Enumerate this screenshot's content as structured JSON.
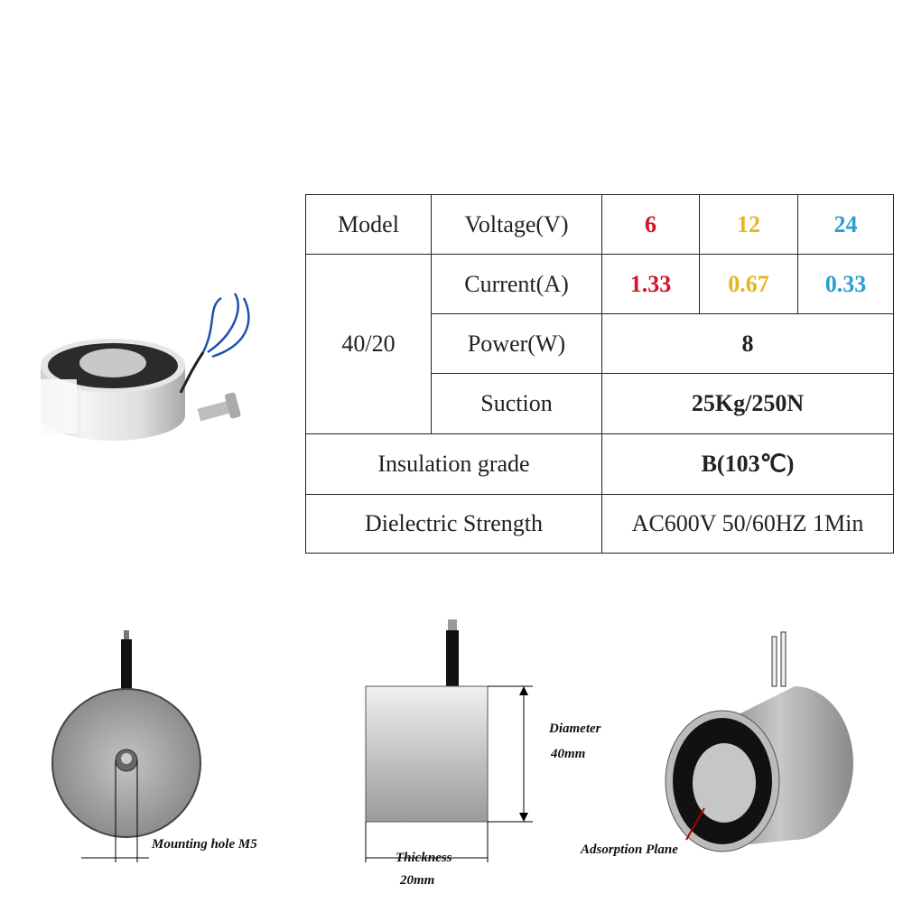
{
  "table": {
    "model_header": "Model",
    "model_value": "40/20",
    "voltage_label": "Voltage(V)",
    "voltages": [
      "6",
      "12",
      "24"
    ],
    "current_label": "Current(A)",
    "currents": [
      "1.33",
      "0.67",
      "0.33"
    ],
    "power_label": "Power(W)",
    "power_value": "8",
    "suction_label": "Suction",
    "suction_value": "25Kg/250N",
    "insulation_label": "Insulation grade",
    "insulation_value": "B(103℃)",
    "dielectric_label": "Dielectric Strength",
    "dielectric_value": "AC600V 50/60HZ 1Min"
  },
  "colors": {
    "v6": "#d0162a",
    "v12": "#e8b420",
    "v24": "#2a9fd0"
  },
  "diagrams": {
    "mounting_hole": "Mounting hole M5",
    "thickness_label": "Thickness",
    "thickness_value": "20mm",
    "diameter_label": "Diameter",
    "diameter_value": "40mm",
    "adsorption": "Adsorption Plane"
  }
}
